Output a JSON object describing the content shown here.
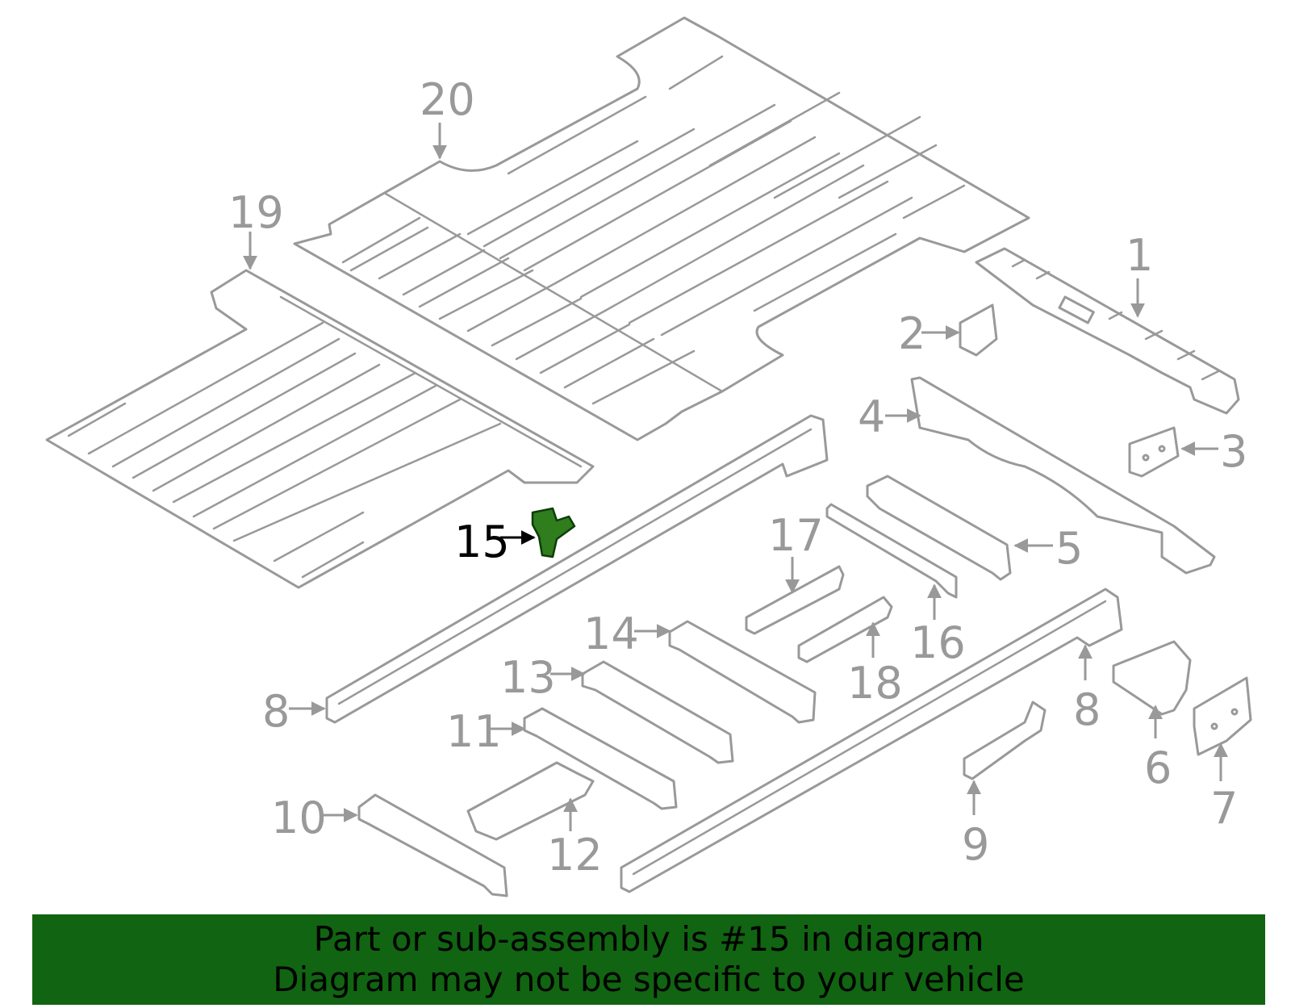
{
  "diagram": {
    "highlighted_part": "15",
    "callouts": [
      {
        "id": "c1",
        "label": "1"
      },
      {
        "id": "c2",
        "label": "2"
      },
      {
        "id": "c3",
        "label": "3"
      },
      {
        "id": "c4",
        "label": "4"
      },
      {
        "id": "c5",
        "label": "5"
      },
      {
        "id": "c6",
        "label": "6"
      },
      {
        "id": "c7",
        "label": "7"
      },
      {
        "id": "c8a",
        "label": "8"
      },
      {
        "id": "c8b",
        "label": "8"
      },
      {
        "id": "c9",
        "label": "9"
      },
      {
        "id": "c10",
        "label": "10"
      },
      {
        "id": "c11",
        "label": "11"
      },
      {
        "id": "c12",
        "label": "12"
      },
      {
        "id": "c13",
        "label": "13"
      },
      {
        "id": "c14",
        "label": "14"
      },
      {
        "id": "c15",
        "label": "15"
      },
      {
        "id": "c16",
        "label": "16"
      },
      {
        "id": "c17",
        "label": "17"
      },
      {
        "id": "c18",
        "label": "18"
      },
      {
        "id": "c19",
        "label": "19"
      },
      {
        "id": "c20",
        "label": "20"
      }
    ],
    "colors": {
      "line": "#999999",
      "highlight_fill": "#2f7d1c",
      "active_label": "#000000",
      "banner_bg": "#116411"
    }
  },
  "banner": {
    "line1": "Part or sub-assembly is #15 in diagram",
    "line2": "Diagram may not be specific to your vehicle"
  }
}
